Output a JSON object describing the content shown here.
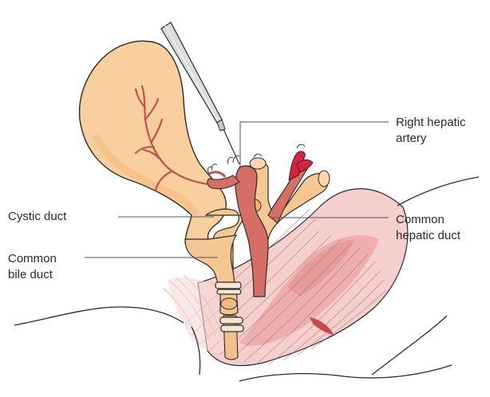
{
  "labels": {
    "right_hepatic_artery": [
      "Right hepatic",
      "artery"
    ],
    "cystic_duct": [
      "Cystic duct"
    ],
    "common_hepatic_duct": [
      "Common",
      "hepatic duct"
    ],
    "common_bile_duct": [
      "Common",
      "bile duct"
    ]
  },
  "colors": {
    "gallbladder": "#f8cf9d",
    "gallbladder_shade": "#f2b57a",
    "duct": "#f5c792",
    "artery": "#d66f63",
    "artery_dark": "#c3524d",
    "artery_branch_bright": "#d8203f",
    "tissue": "#f2c6c4",
    "tissue_dark": "#e9a5a2",
    "outline": "#2b2b2b",
    "leader_line": "#555555",
    "needle": "#dcdcdc",
    "clip": "#f4e7cf"
  }
}
